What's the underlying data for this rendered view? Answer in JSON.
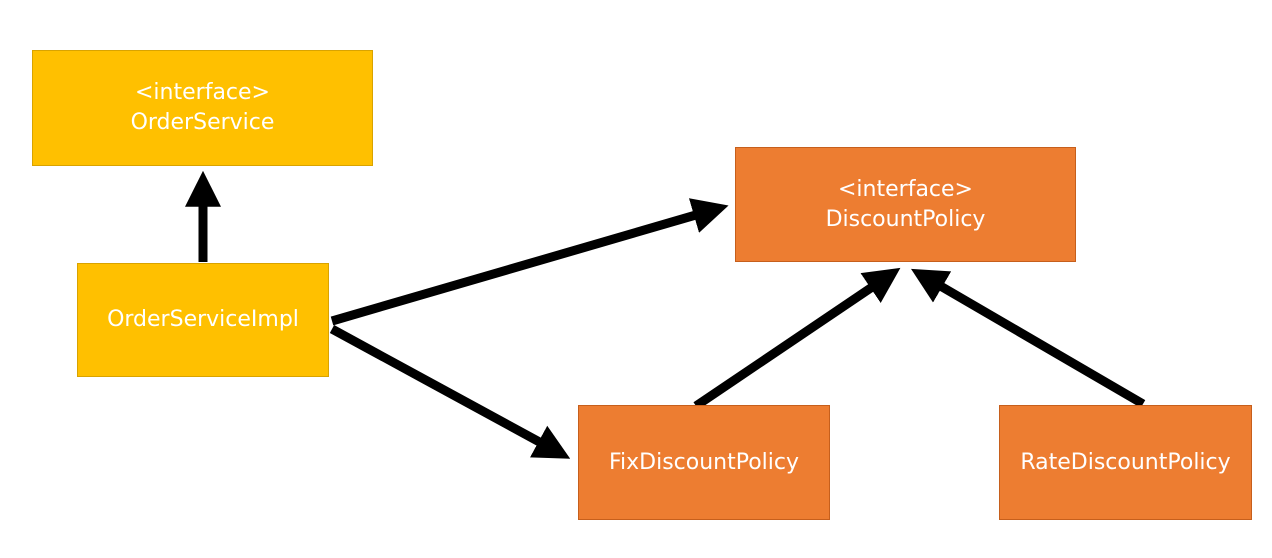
{
  "nodes": {
    "order_service": {
      "stereotype": "<interface>",
      "name": "OrderService"
    },
    "order_service_impl": {
      "name": "OrderServiceImpl"
    },
    "discount_policy": {
      "stereotype": "<interface>",
      "name": "DiscountPolicy"
    },
    "fix_discount_policy": {
      "name": "FixDiscountPolicy"
    },
    "rate_discount_policy": {
      "name": "RateDiscountPolicy"
    }
  },
  "edges": [
    {
      "from": "order_service_impl",
      "to": "order_service"
    },
    {
      "from": "order_service_impl",
      "to": "discount_policy"
    },
    {
      "from": "order_service_impl",
      "to": "fix_discount_policy"
    },
    {
      "from": "fix_discount_policy",
      "to": "discount_policy"
    },
    {
      "from": "rate_discount_policy",
      "to": "discount_policy"
    }
  ],
  "colors": {
    "interface_fill": "#FFC000",
    "class_fill": "#ED7D31",
    "arrow": "#000000",
    "text": "#FFFFFF"
  }
}
